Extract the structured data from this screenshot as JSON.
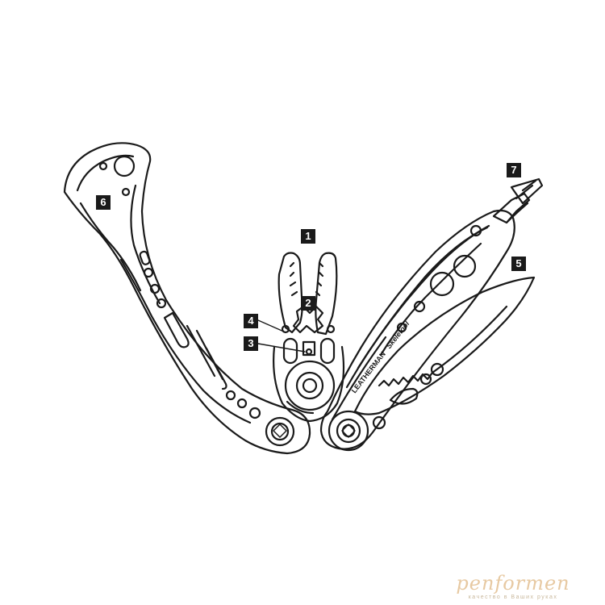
{
  "callouts": {
    "c1": "1",
    "c2": "2",
    "c3": "3",
    "c4": "4",
    "c5": "5",
    "c6": "6",
    "c7": "7"
  },
  "engraving": {
    "brand": "LEATHERMAN",
    "model": "Skeletool"
  },
  "watermark": {
    "logo": "penformen",
    "slogan": "качество в Ваших руках"
  },
  "colors": {
    "line": "#1a1a1a",
    "callout_bg": "#1a1a1a",
    "callout_text": "#ffffff",
    "watermark": "#e7c9a2"
  }
}
